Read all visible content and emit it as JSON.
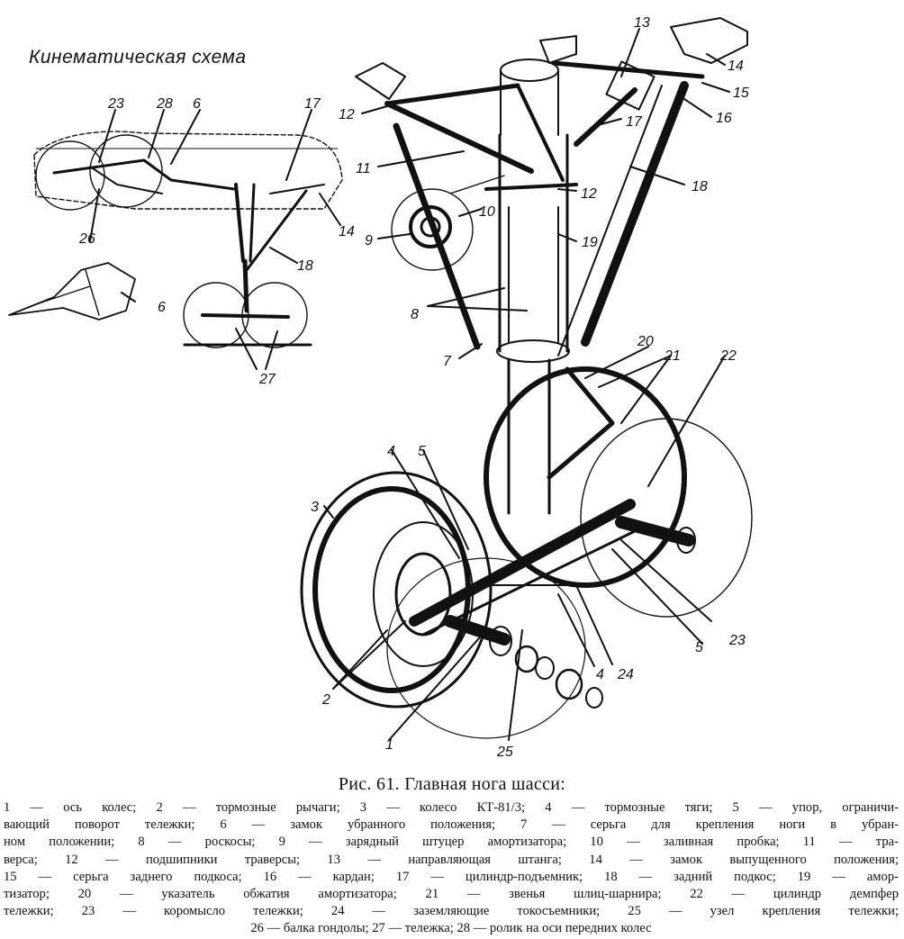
{
  "figure": {
    "subtitle": "Кинематическая схема",
    "title": "Рис. 61. Главная нога шасси:",
    "kinematic_labels": [
      "23",
      "28",
      "6",
      "17",
      "26",
      "14",
      "18",
      "27",
      "6"
    ],
    "main_labels": [
      "13",
      "14",
      "15",
      "12",
      "16",
      "17",
      "11",
      "18",
      "12",
      "10",
      "9",
      "19",
      "8",
      "7",
      "20",
      "21",
      "22",
      "4",
      "5",
      "3",
      "5",
      "23",
      "2",
      "4",
      "24",
      "1",
      "25"
    ],
    "legend_lines": [
      "1 — ось колес; 2 — тормозные рычаги; 3 — колесо КТ-81/3; 4 — тормозные тяги; 5 — упор, ограничи-",
      "вающий поворот тележки; 6 — замок убранного положения; 7 — серьга для крепления ноги в убран-",
      "ном положении; 8 — роскосы; 9 — зарядный штуцер амортизатора; 10 — заливная пробка; 11 — тра-",
      "верса; 12 — подшипники траверсы; 13 — направляющая штанга; 14 — замок выпущенного положения;",
      "15 — серьга заднего подкоса; 16 — кардан; 17 — цилиндр-подъемник; 18 — задний подкос; 19 — амор-",
      "тизатор; 20 — указатель обжатия амортизатора; 21 — звенья шлиц-шарнира; 22 — цилиндр демпфер",
      "тележки; 23 — коромысло тележки; 24 — заземляющие токосъемники; 25 — узел крепления тележки;",
      "26 — балка гондолы; 27 — тележка; 28 — ролик на оси передних колес"
    ]
  }
}
